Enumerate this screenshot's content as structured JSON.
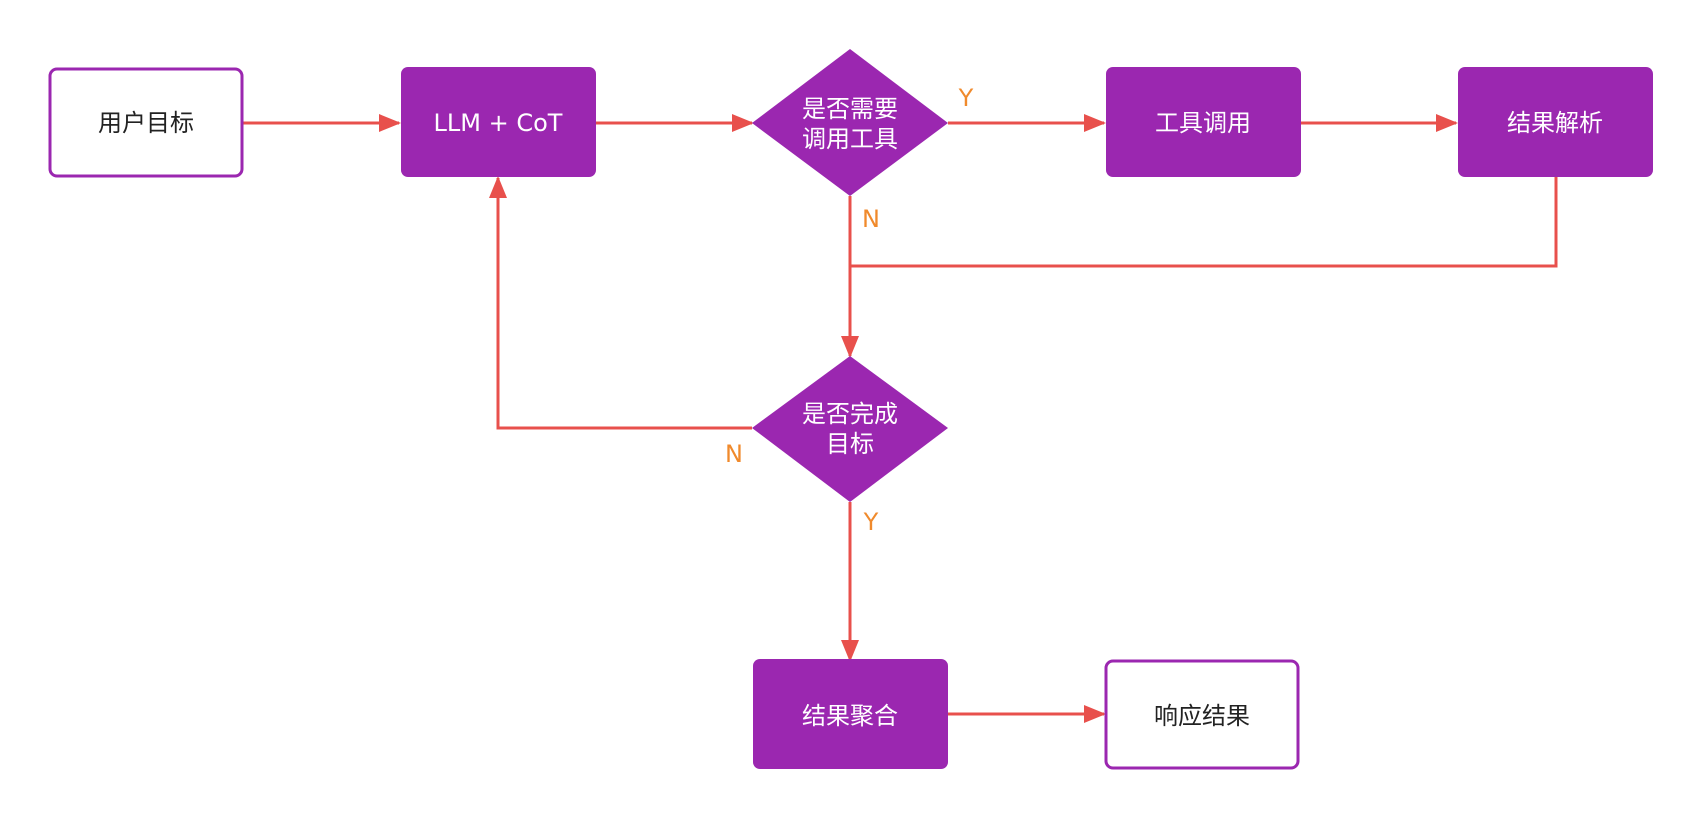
{
  "colors": {
    "node_fill": "#9b27b0",
    "node_outline": "#9b27b0",
    "edge": "#e8504c",
    "edge_label": "#f08a2c",
    "outline_node_bg": "#ffffff"
  },
  "nodes": {
    "user_goal": "用户目标",
    "llm_cot": "LLM + CoT",
    "need_tool_line1": "是否需要",
    "need_tool_line2": "调用工具",
    "tool_call": "工具调用",
    "result_parse": "结果解析",
    "done_line1": "是否完成",
    "done_line2": "目标",
    "aggregate": "结果聚合",
    "response": "响应结果"
  },
  "edge_labels": {
    "need_tool_yes": "Y",
    "need_tool_no": "N",
    "done_no": "N",
    "done_yes": "Y"
  }
}
